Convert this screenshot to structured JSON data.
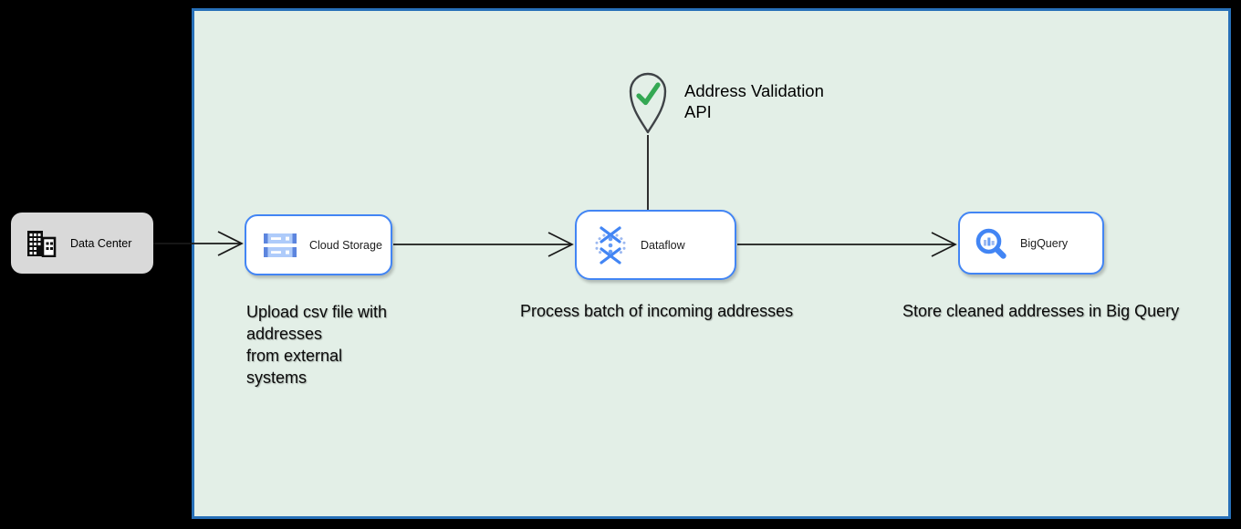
{
  "diagram": {
    "type": "architecture-flow",
    "flow": "Data Center -> Cloud Storage -> Dataflow -> BigQuery, with Address Validation API attached to Dataflow"
  },
  "external": {
    "label": "Data Center",
    "icon": "office-building-icon"
  },
  "nodes": [
    {
      "id": "cloud-storage",
      "label": "Cloud Storage",
      "icon": "cloud-storage-icon",
      "caption": "Upload csv file with\naddresses\nfrom external\nsystems"
    },
    {
      "id": "dataflow",
      "label": "Dataflow",
      "icon": "dataflow-icon",
      "caption": "Process batch of incoming addresses"
    },
    {
      "id": "bigquery",
      "label": "BigQuery",
      "icon": "bigquery-icon",
      "caption": "Store cleaned addresses in Big Query"
    }
  ],
  "api_marker": {
    "label": "Address Validation\nAPI",
    "icon": "check-pin-icon"
  },
  "connectors": [
    {
      "from": "data-center",
      "to": "cloud-storage",
      "style": "open-arrow"
    },
    {
      "from": "cloud-storage",
      "to": "dataflow",
      "style": "open-arrow"
    },
    {
      "from": "dataflow",
      "to": "bigquery",
      "style": "open-arrow"
    },
    {
      "from": "address-validation-api",
      "to": "dataflow",
      "style": "plain-line"
    }
  ],
  "colors": {
    "page_background": "#000000",
    "area_fill": "#e3efe7",
    "area_border": "#2770b8",
    "node_border": "#4285f4",
    "node_fill": "#ffffff",
    "external_fill": "#d9d9d9",
    "arrow": "#191919",
    "check_green": "#34a853",
    "pin_outline": "#3f4347",
    "icon_blue": "#4285f4",
    "icon_blue_light": "#aecbfa"
  }
}
